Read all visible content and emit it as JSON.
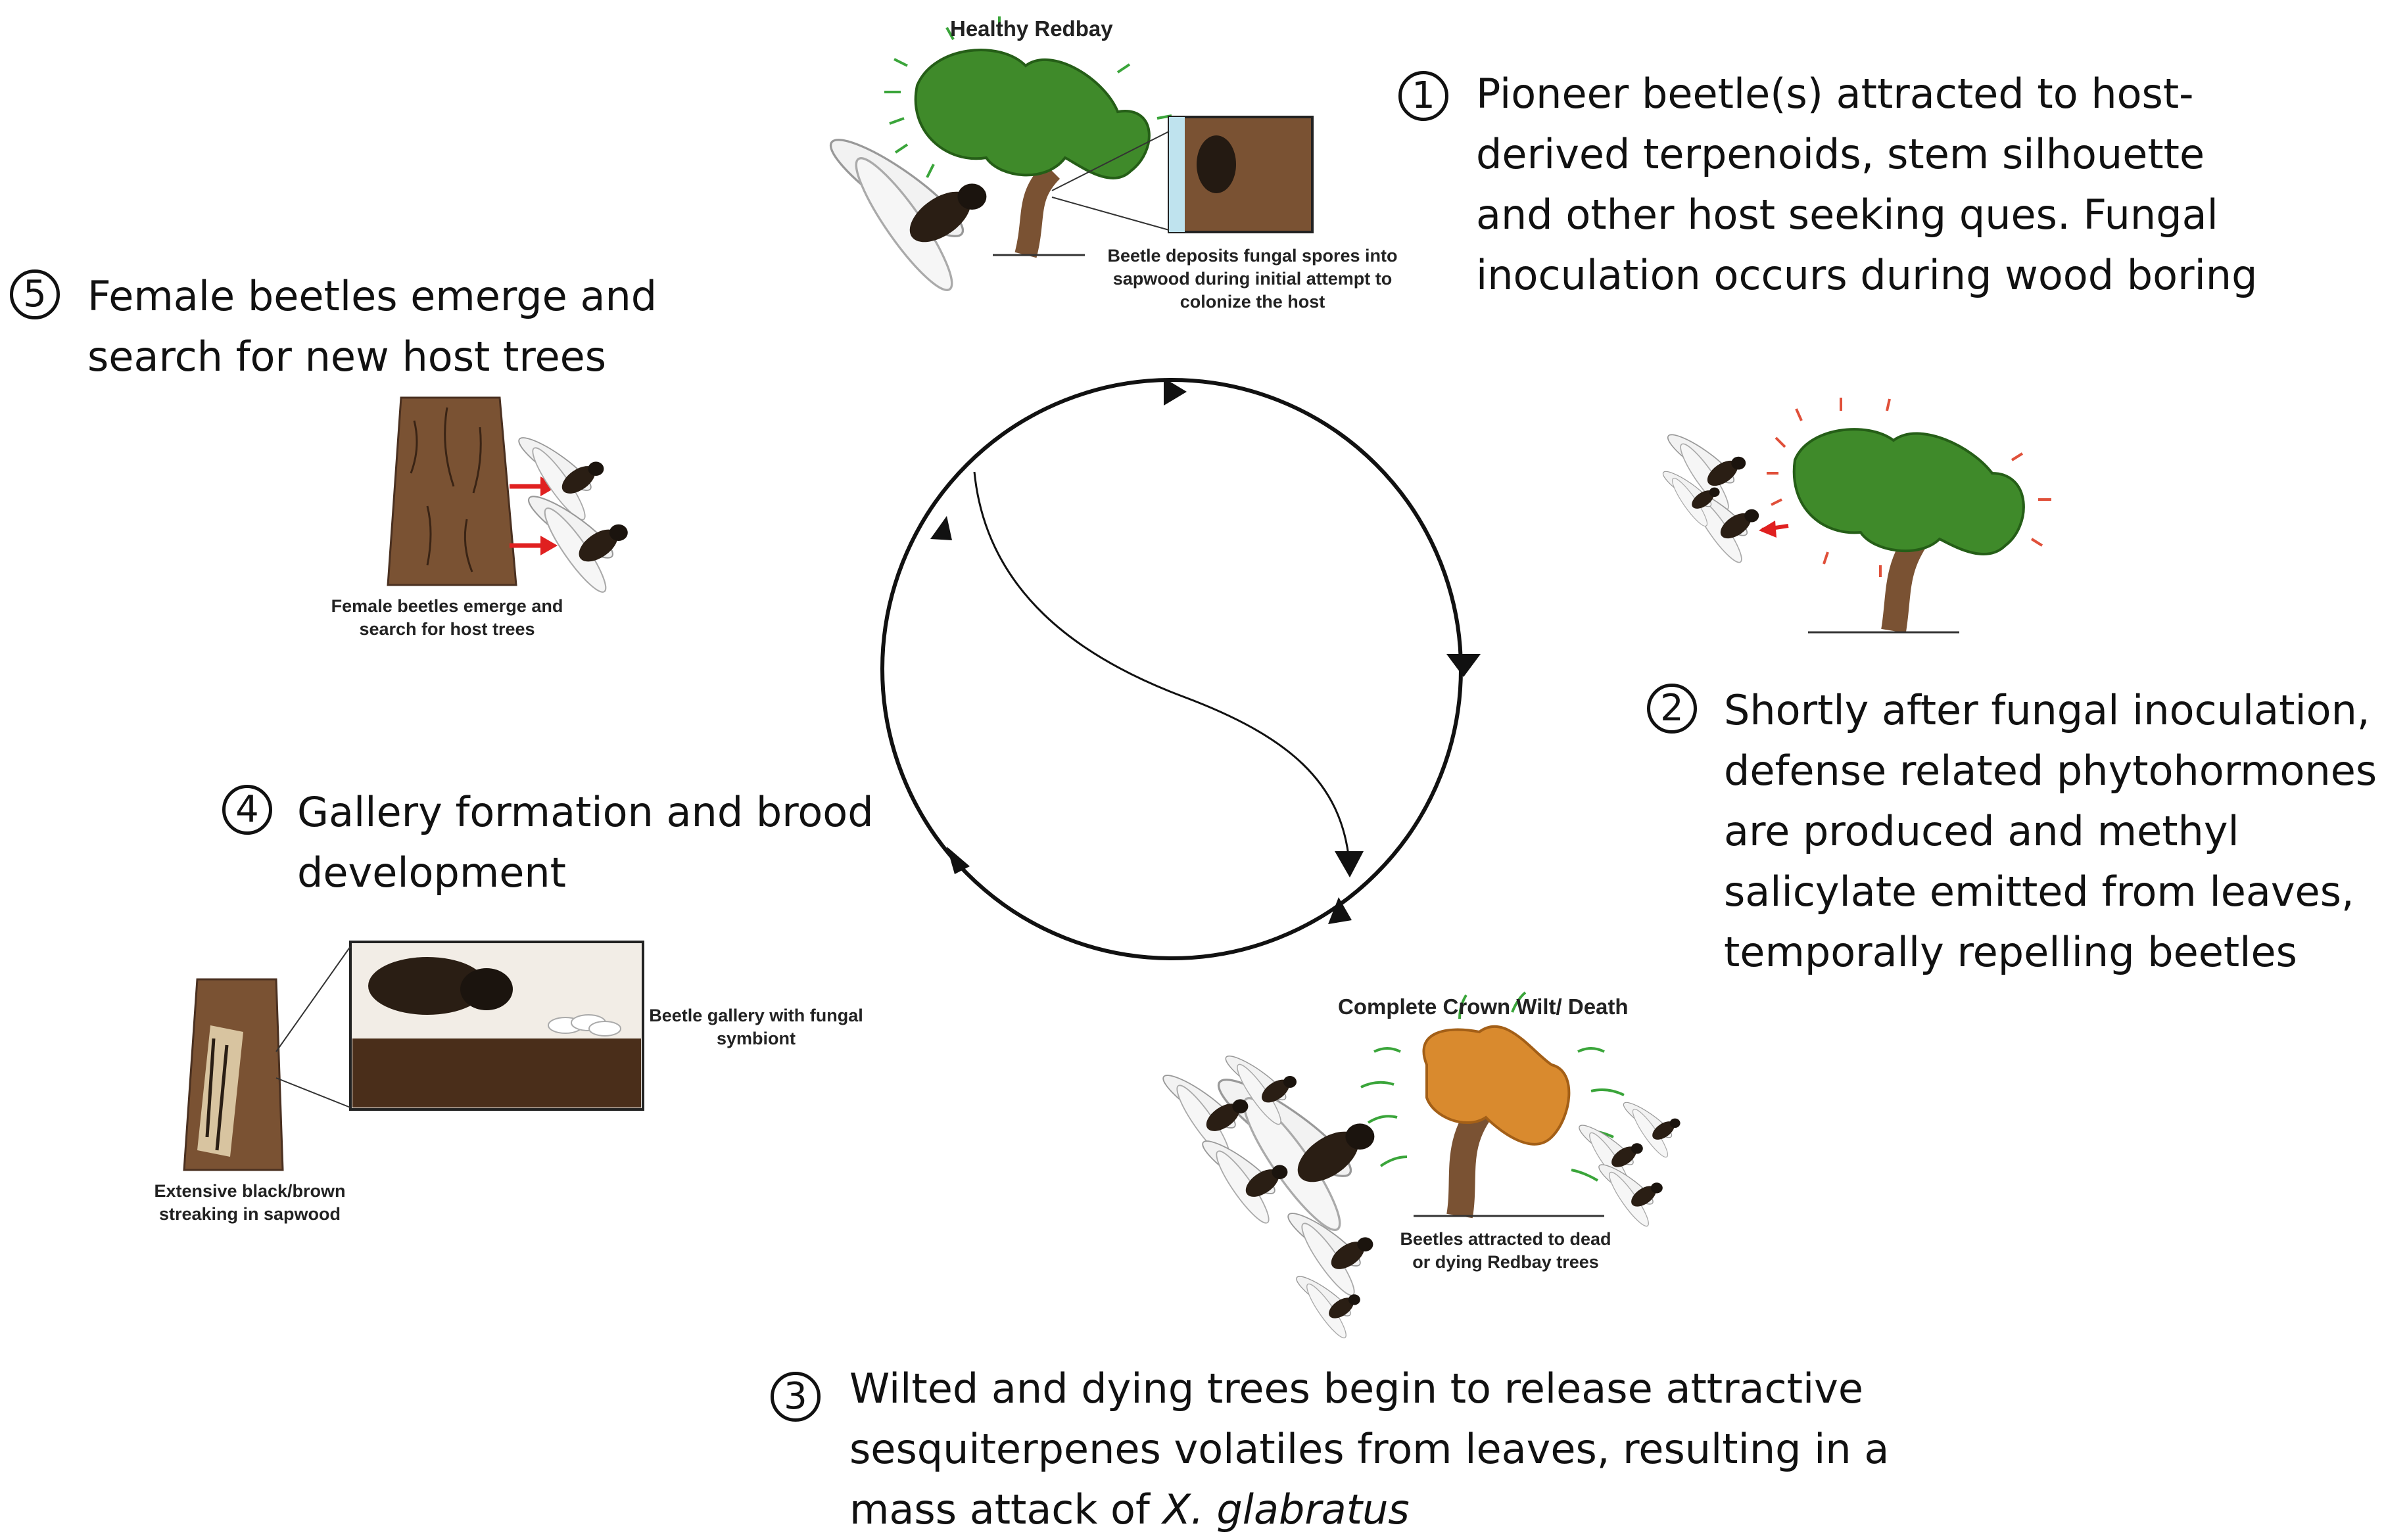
{
  "steps": [
    {
      "num": "1",
      "text": "Pioneer beetle(s) attracted to host-derived terpenoids, stem silhouette and other host seeking ques. Fungal inoculation occurs during wood boring"
    },
    {
      "num": "2",
      "text": "Shortly after fungal inoculation, defense related phytohormones are produced and methyl salicylate emitted from leaves, temporally repelling beetles"
    },
    {
      "num": "3",
      "text_main": "Wilted and dying trees begin to release attractive sesquiterpenes volatiles from leaves, resulting in a mass attack of ",
      "text_species": "X. glabratus"
    },
    {
      "num": "4",
      "text": "Gallery formation and brood development"
    },
    {
      "num": "5",
      "text": "Female beetles emerge and search for new host trees"
    }
  ],
  "illustrations": {
    "healthy_title": "Healthy Redbay",
    "deposit_caption": "Beetle deposits fungal spores into sapwood during initial attempt to colonize the host",
    "death_title": "Complete Crown Wilt/ Death",
    "attract_caption": "Beetles attracted to dead or dying Redbay trees",
    "gallery_caption": "Beetle gallery with fungal symbiont",
    "streak_caption": "Extensive black/brown streaking in sapwood",
    "emerge_caption": "Female beetles emerge and search for host trees"
  },
  "colors": {
    "healthy_crown": "#3f8a2a",
    "dead_crown": "#d98a2e",
    "bark": "#7a5233",
    "repel_marks": "#e0503a",
    "volatile_marks": "#3aa53a",
    "arrow": "#e02020"
  }
}
